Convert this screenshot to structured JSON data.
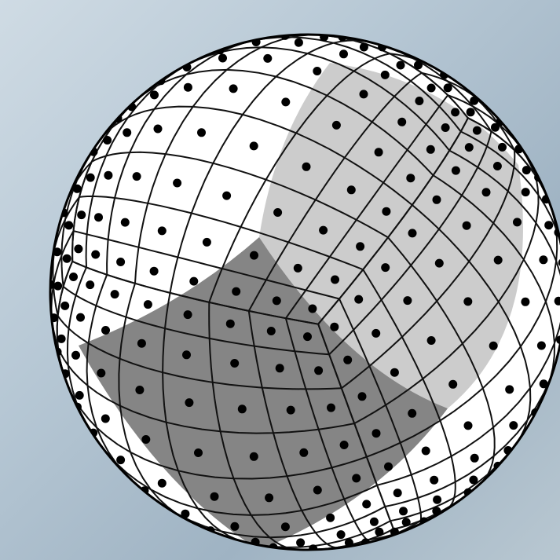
{
  "diagram": {
    "colors": {
      "background_top": "#cfdbe4",
      "background_bottom": "#9fb3c3",
      "face_white": "#ffffff",
      "face_light_gray": "#cccccc",
      "face_dark_gray": "#858585",
      "grid_line": "#111111",
      "dot": "#000000"
    },
    "faces": [
      {
        "name": "white-face",
        "shade": "white"
      },
      {
        "name": "light-gray-face",
        "shade": "light-gray"
      },
      {
        "name": "dark-gray-face",
        "shade": "dark-gray"
      }
    ],
    "grid_cells_per_face_edge": 8
  }
}
